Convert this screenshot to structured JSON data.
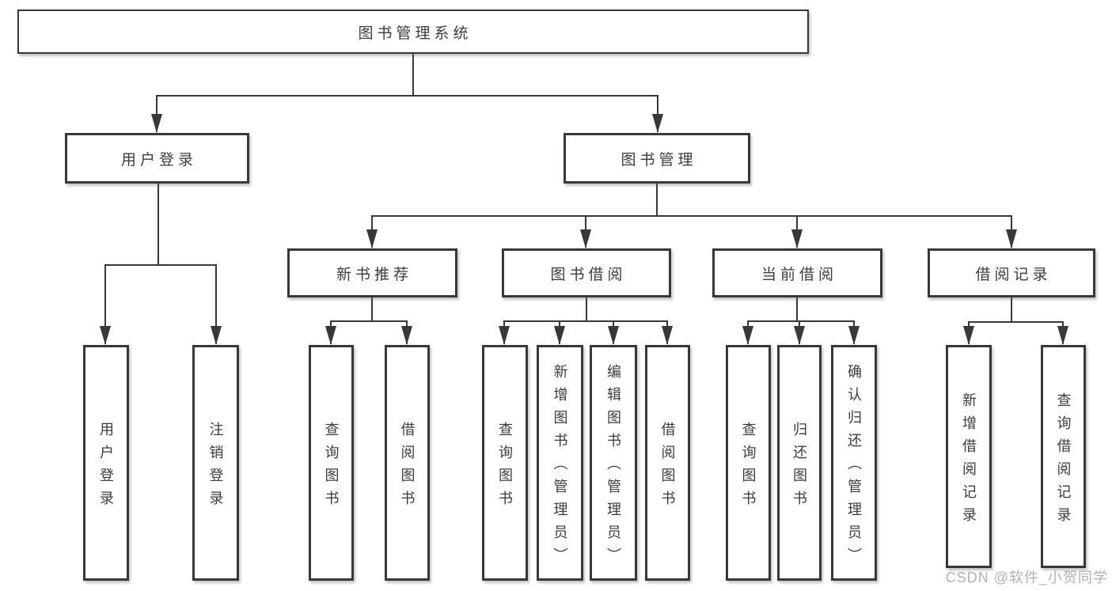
{
  "diagram": {
    "root": "图书管理系统",
    "level2": [
      "用户登录",
      "图书管理"
    ],
    "level3": [
      "新书推荐",
      "图书借阅",
      "当前借阅",
      "借阅记录"
    ],
    "leaves": {
      "user_login": [
        "用户登录",
        "注销登录"
      ],
      "new_book_recommendation": [
        "查询图书",
        "借阅图书"
      ],
      "book_borrowing": [
        "查询图书",
        "新增图书（管理员）",
        "编辑图书（管理员）",
        "借阅图书"
      ],
      "current_borrowing": [
        "查询图书",
        "归还图书",
        "确认归还（管理员）"
      ],
      "borrowing_records": [
        "新增借阅记录",
        "查询借阅记录"
      ]
    }
  },
  "watermark": {
    "text": "CSDN @软件_小贺同学"
  },
  "colors": {
    "line": "#383838",
    "border": "#383838",
    "text": "#3c3c3c",
    "background": "#ffffff",
    "watermark": "#b2b2b2"
  }
}
